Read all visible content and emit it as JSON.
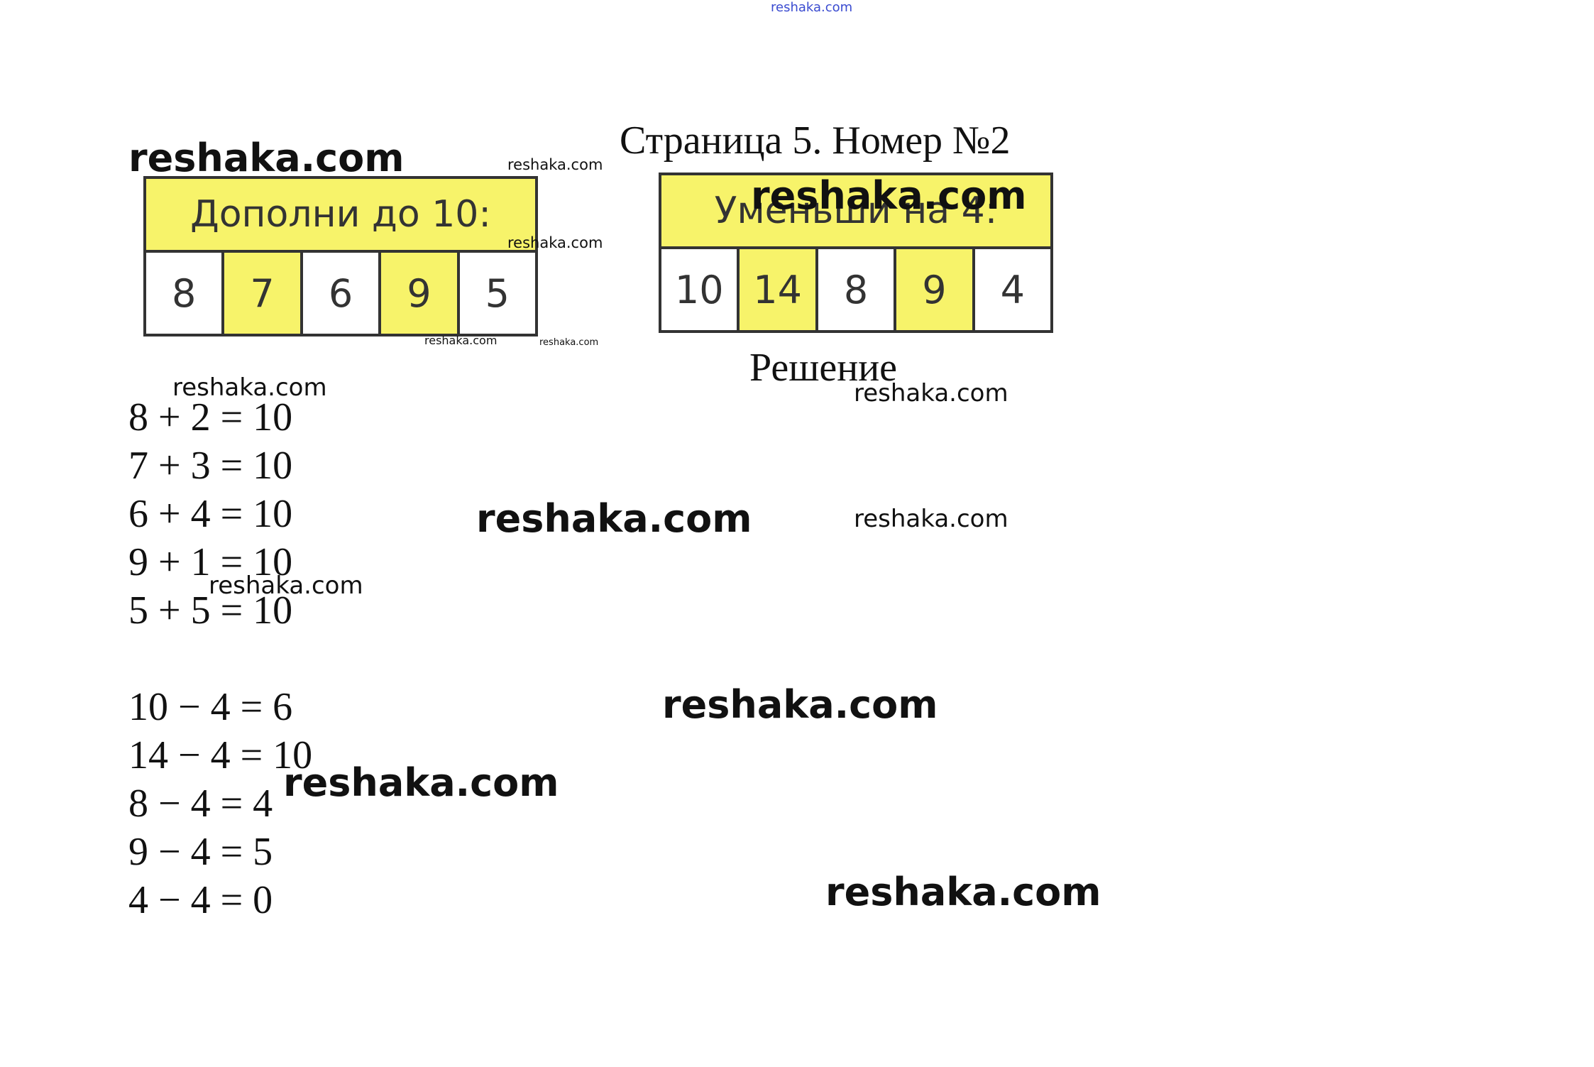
{
  "watermark": "reshaka.com",
  "title": "Страница 5. Номер №2",
  "tasks": {
    "left": {
      "title": "Дополни до 10:",
      "cells": [
        {
          "value": "8",
          "highlight": false
        },
        {
          "value": "7",
          "highlight": true
        },
        {
          "value": "6",
          "highlight": false
        },
        {
          "value": "9",
          "highlight": true
        },
        {
          "value": "5",
          "highlight": false
        }
      ]
    },
    "right": {
      "title": "Уменьши на 4:",
      "cells": [
        {
          "value": "10",
          "highlight": false
        },
        {
          "value": "14",
          "highlight": true
        },
        {
          "value": "8",
          "highlight": false
        },
        {
          "value": "9",
          "highlight": true
        },
        {
          "value": "4",
          "highlight": false
        }
      ]
    }
  },
  "solution_heading": "Решение",
  "solution": {
    "addition": [
      "8 + 2 = 10",
      "7 + 3 = 10",
      "6 + 4 = 10",
      "9 + 1 = 10",
      "5 + 5 = 10"
    ],
    "subtraction": [
      "10 − 4 = 6",
      "14 − 4 = 10",
      "8 − 4 = 4",
      "9 − 4 = 5",
      "4 − 4 = 0"
    ]
  },
  "colors": {
    "task_yellow": "#f7f36a",
    "border": "#333333",
    "top_watermark": "#3a4bd0"
  }
}
